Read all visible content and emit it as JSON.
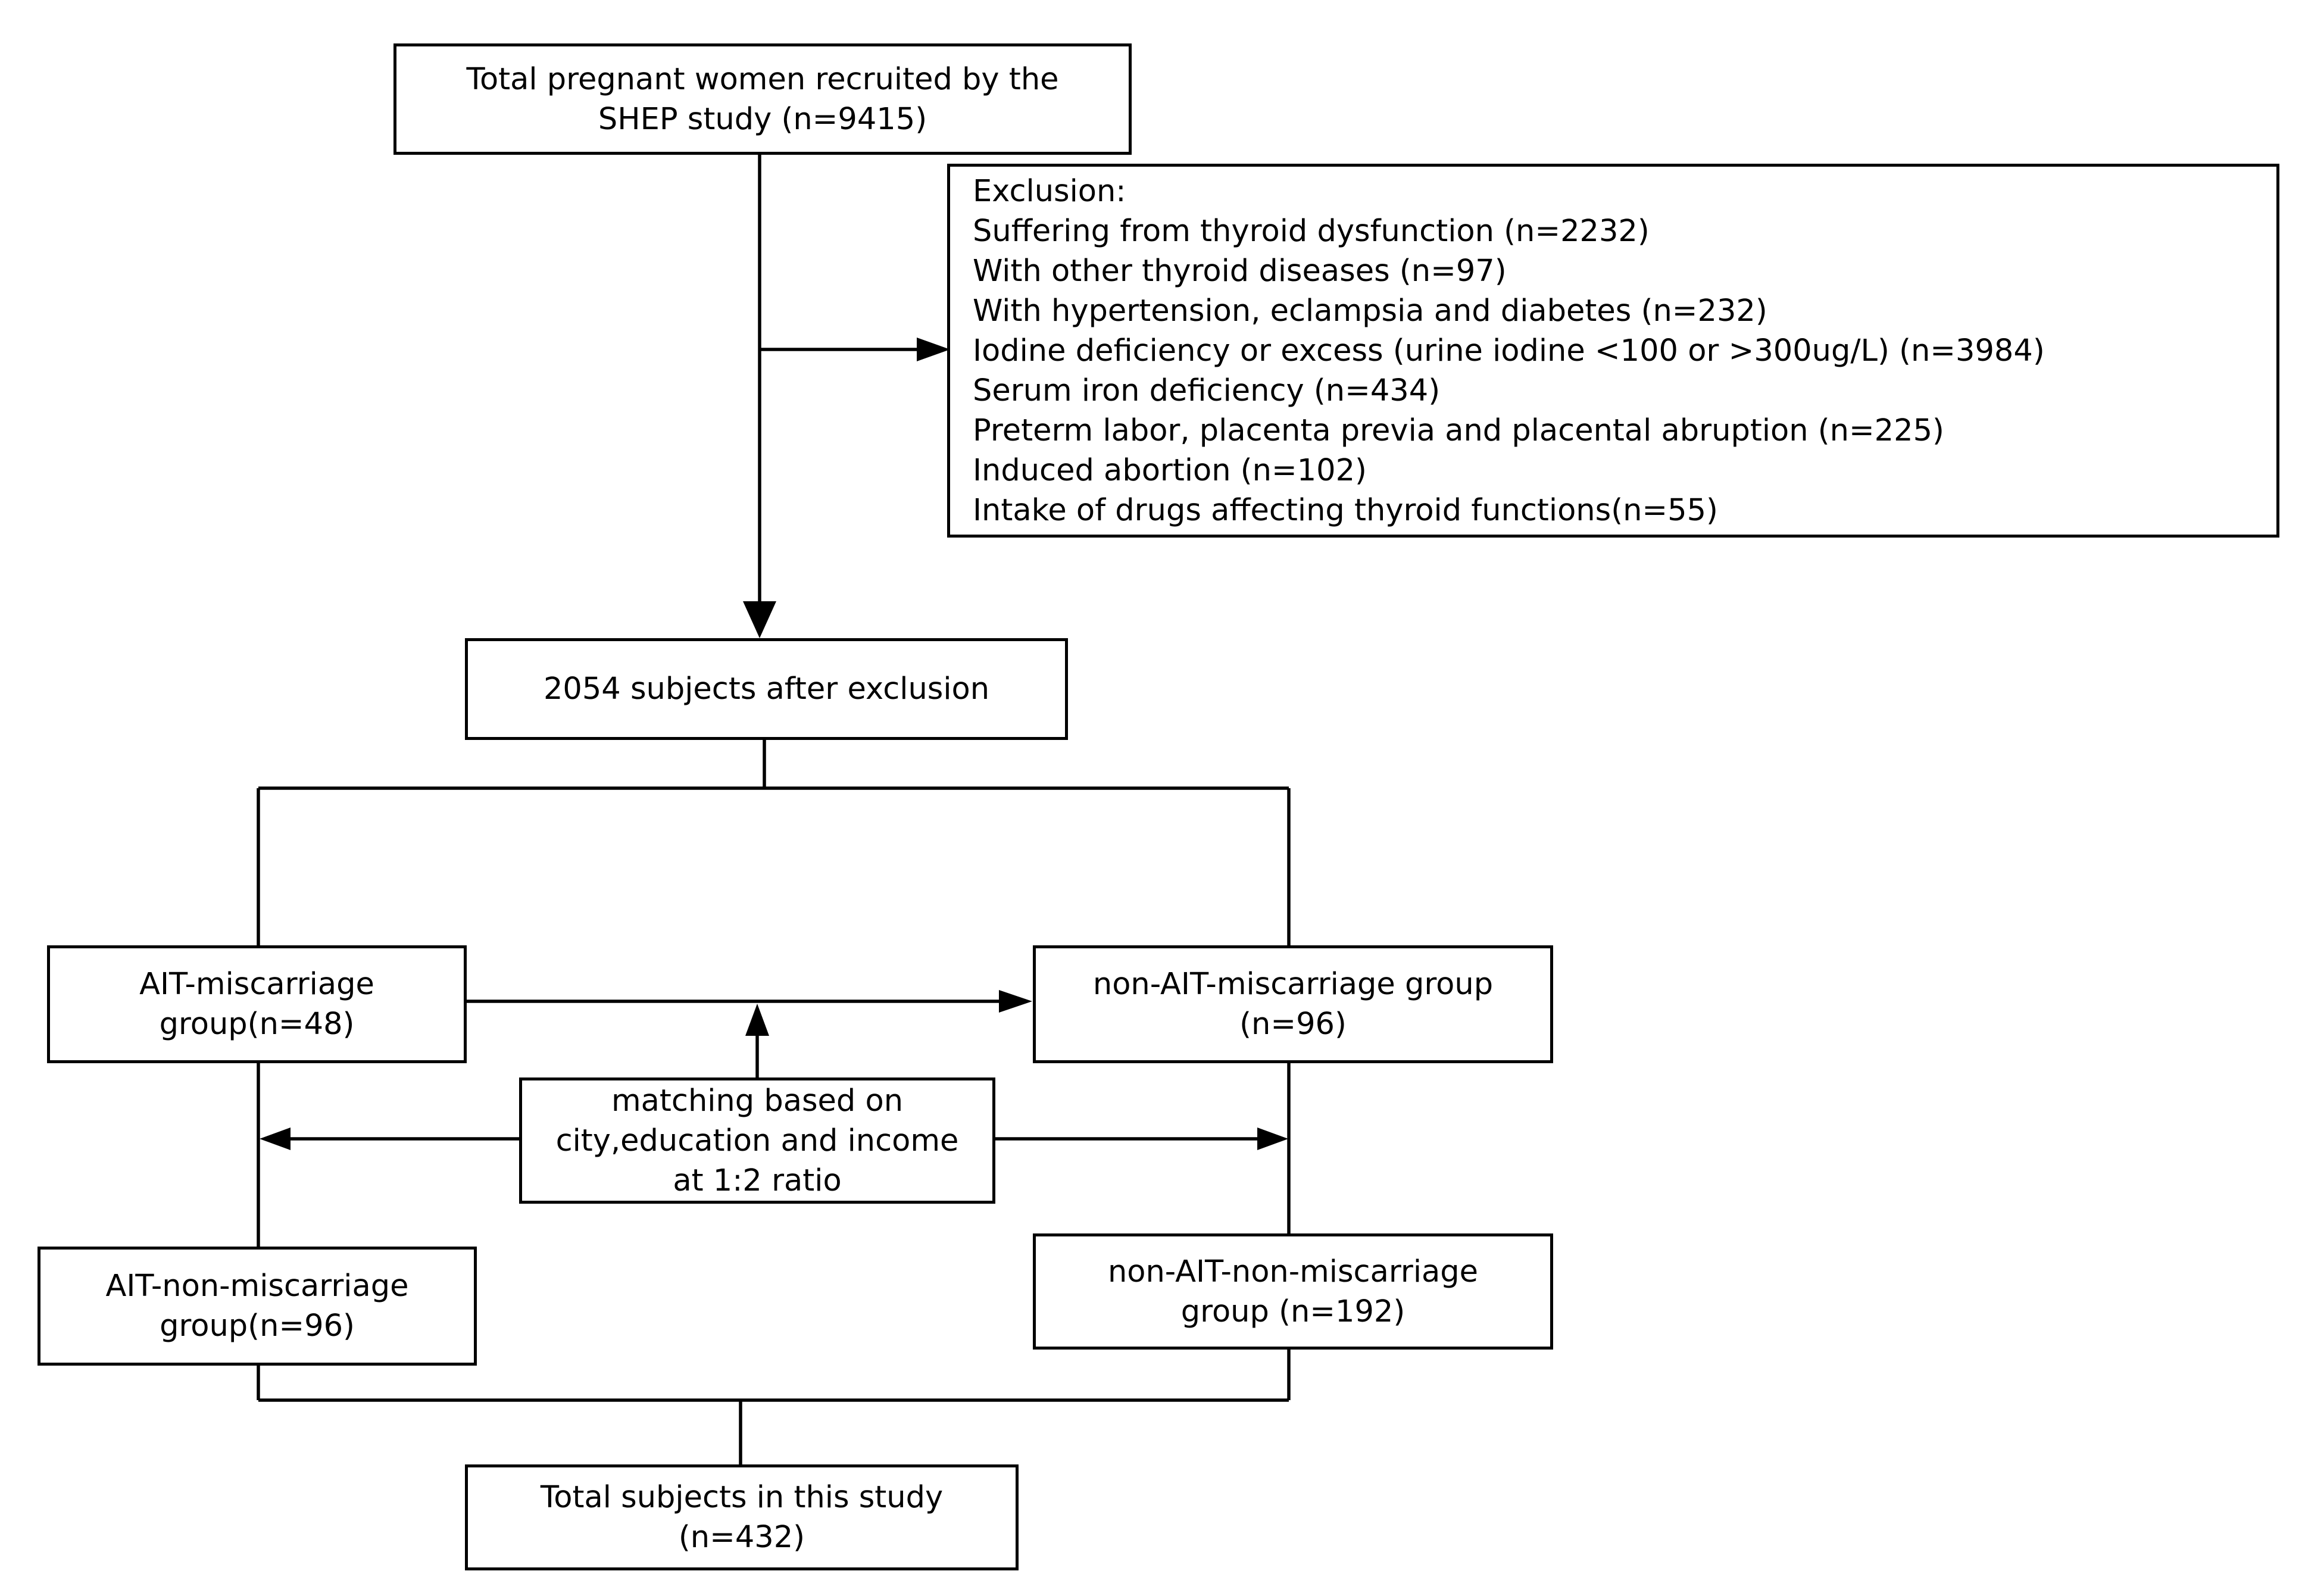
{
  "boxes": {
    "recruited": [
      "Total  pregnant women recruited by the",
      "SHEP study (n=9415)"
    ],
    "exclusion": {
      "heading": "Exclusion:",
      "items": [
        "Suffering from thyroid dysfunction (n=2232)",
        "With other thyroid diseases (n=97)",
        "With hypertension, eclampsia and diabetes (n=232)",
        "Iodine deficiency or excess (urine iodine <100 or  >300ug/L) (n=3984)",
        "Serum iron deficiency (n=434)",
        "Preterm labor, placenta previa and placental abruption (n=225)",
        "Induced abortion (n=102)",
        "Intake of drugs affecting thyroid functions(n=55)"
      ]
    },
    "after_exclusion": [
      "2054 subjects after exclusion"
    ],
    "ait_miscarriage": [
      "AIT-miscarriage",
      "group(n=48)"
    ],
    "non_ait_miscarriage": [
      "non-AIT-miscarriage group",
      "(n=96)"
    ],
    "matching": [
      "matching based on",
      "city,education and income",
      "at 1:2 ratio"
    ],
    "ait_non_miscarriage": [
      "AIT-non-miscarriage",
      "group(n=96)"
    ],
    "non_ait_non_miscarriage": [
      "non-AIT-non-miscarriage",
      "group (n=192)"
    ],
    "total": [
      "Total subjects in this study",
      "(n=432)"
    ]
  }
}
